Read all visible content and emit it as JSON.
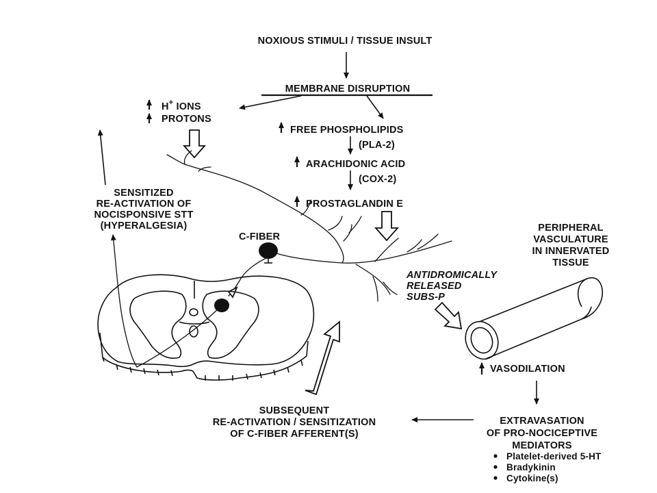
{
  "nodes": {
    "noxious": "NOXIOUS STIMULI / TISSUE INSULT",
    "membrane": "MEMBRANE DISRUPTION",
    "ions_line1": "H",
    "ions_plus": "+",
    "ions_line1b": " IONS",
    "ions_line2": "PROTONS",
    "free_phospho": "FREE PHOSPHOLIPIDS",
    "pla2": "(PLA-2)",
    "arachidonic": "ARACHIDONIC ACID",
    "cox2": "(COX-2)",
    "prostaglandin": "PROSTAGLANDIN E",
    "sensitized": [
      "SENSITIZED",
      "RE-ACTIVATION OF",
      "NOCISPONSIVE STT",
      "(HYPERALGESIA)"
    ],
    "c_fiber": "C-FIBER",
    "peripheral": [
      "PERIPHERAL",
      "VASCULATURE",
      "IN INNERVATED",
      "TISSUE"
    ],
    "antidromic": [
      "ANTIDROMICALLY",
      "RELEASED",
      "SUBS-P"
    ],
    "vasodilation": "VASODILATION",
    "subsequent": [
      "SUBSEQUENT",
      "RE-ACTIVATION / SENSITIZATION",
      "OF C-FIBER AFFERENT(S)"
    ],
    "extravasation": [
      "EXTRAVASATION",
      "OF PRO-NOCICEPTIVE",
      "MEDIATORS"
    ],
    "mediators": [
      "Platelet-derived 5-HT",
      "Bradykinin",
      "Cytokine(s)"
    ]
  }
}
